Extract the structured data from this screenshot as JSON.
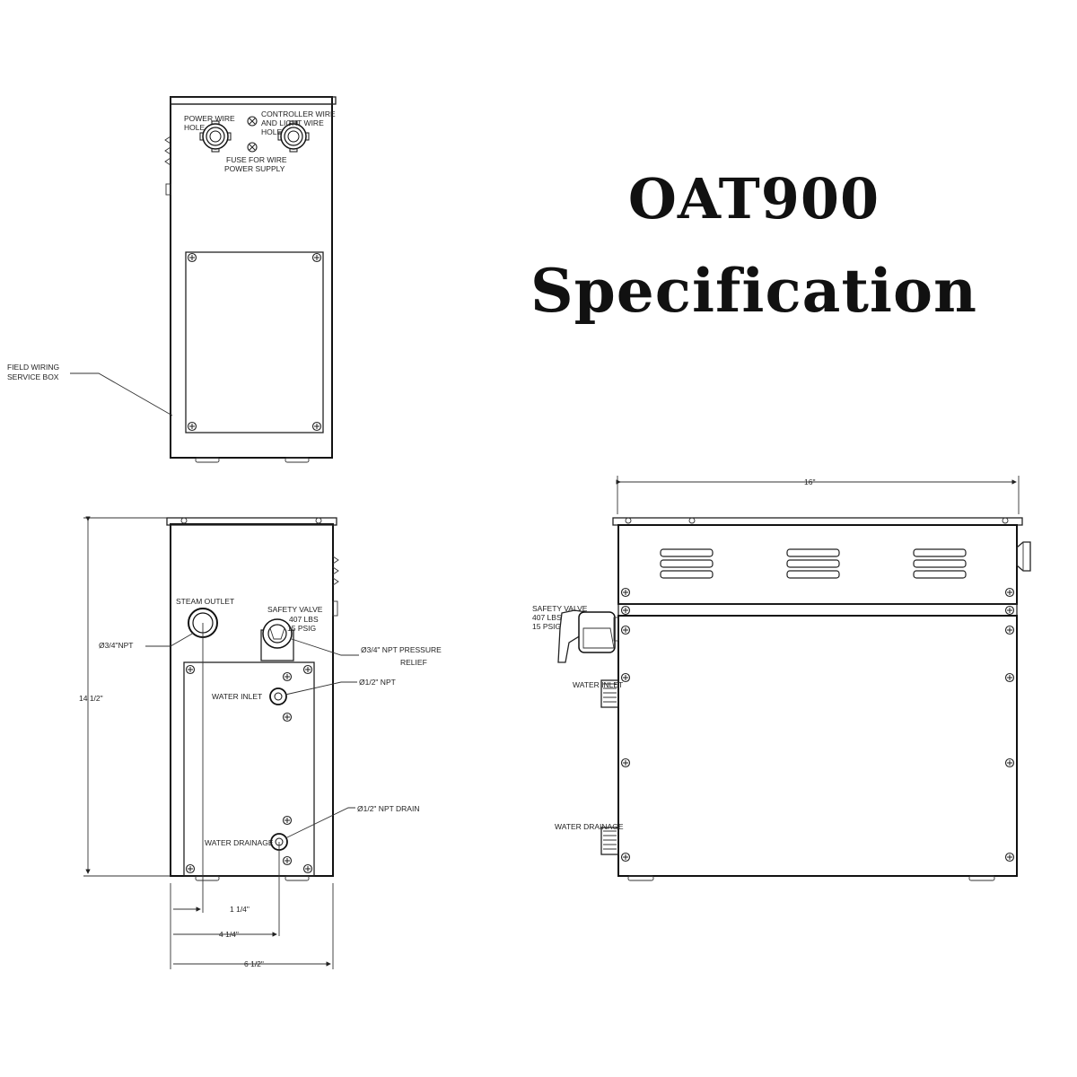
{
  "title": {
    "line1": "OAT900",
    "line2": "Specification"
  },
  "top_view": {
    "power_wire_hole_1": "POWER WIRE",
    "power_wire_hole_2": "HOLE",
    "controller_wire_1": "CONTROLLER WIRE",
    "controller_wire_2": "AND LIGHT WIRE",
    "controller_wire_3": "HOLE",
    "fuse_1": "FUSE FOR WIRE",
    "fuse_2": "POWER SUPPLY",
    "field_wiring_1": "FIELD WIRING",
    "field_wiring_2": "SERVICE BOX"
  },
  "front_view": {
    "steam_outlet": "STEAM OUTLET",
    "steam_npt": "Ø3/4\"NPT",
    "safety_valve_1": "SAFETY VALVE",
    "safety_valve_2": "407 LBS",
    "safety_valve_3": "15 PSIG",
    "pressure_relief_1": "Ø3/4\" NPT PRESSURE",
    "pressure_relief_2": "RELIEF",
    "water_inlet": "WATER INLET",
    "inlet_npt": "Ø1/2\" NPT",
    "water_drainage": "WATER DRAINAGE",
    "drain_npt": "Ø1/2\" NPT DRAIN",
    "height": "14 1/2\"",
    "dim_1": "1 1/4\"",
    "dim_2": "4 1/4\"",
    "dim_3": "6 1/2\""
  },
  "side_view": {
    "width": "16\"",
    "safety_valve_1": "SAFETY VALVE",
    "safety_valve_2": "407 LBS",
    "safety_valve_3": "15 PSIG",
    "water_inlet": "WATER INLET",
    "water_drainage": "WATER DRAINAGE"
  }
}
